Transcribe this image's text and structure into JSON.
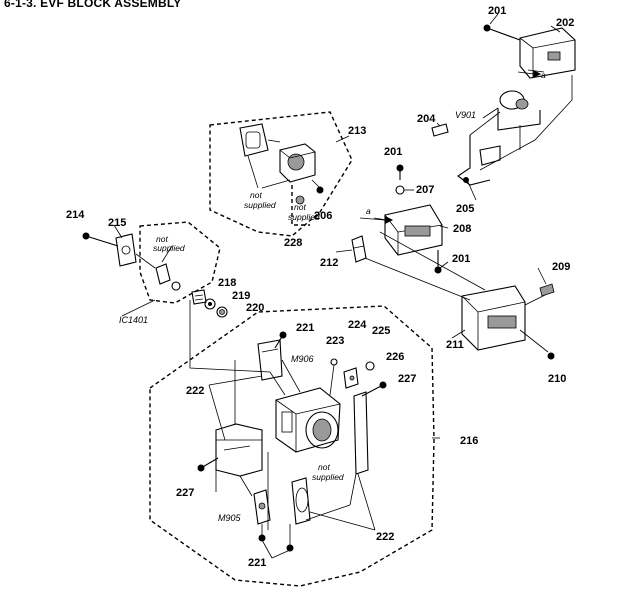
{
  "title": "6-1-3. EVF BLOCK ASSEMBLY",
  "callouts": {
    "c201a": "201",
    "c202": "202",
    "c204": "204",
    "c201b": "201",
    "c207": "207",
    "c205": "205",
    "c208": "208",
    "c212": "212",
    "c201c": "201",
    "c213": "213",
    "c206": "206",
    "c228": "228",
    "c214": "214",
    "c215": "215",
    "c218": "218",
    "c219": "219",
    "c220": "220",
    "c209": "209",
    "c211": "211",
    "c210": "210",
    "c221a": "221",
    "c224": "224",
    "c225": "225",
    "c223": "223",
    "c226": "226",
    "c227a": "227",
    "c222a": "222",
    "c216": "216",
    "c227b": "227",
    "c221b": "221",
    "c222b": "222"
  },
  "labels": {
    "v901": "V901",
    "m906": "M906",
    "m905": "M905",
    "ic1401": "IC1401",
    "arrow_a1": "a",
    "arrow_a2": "a",
    "ns1_line1": "not",
    "ns1_line2": "supplied",
    "ns2_line1": "not",
    "ns2_line2": "supplied",
    "ns3_line1": "not",
    "ns3_line2": "supplied",
    "ns4_line1": "not",
    "ns4_line2": "supplied"
  }
}
